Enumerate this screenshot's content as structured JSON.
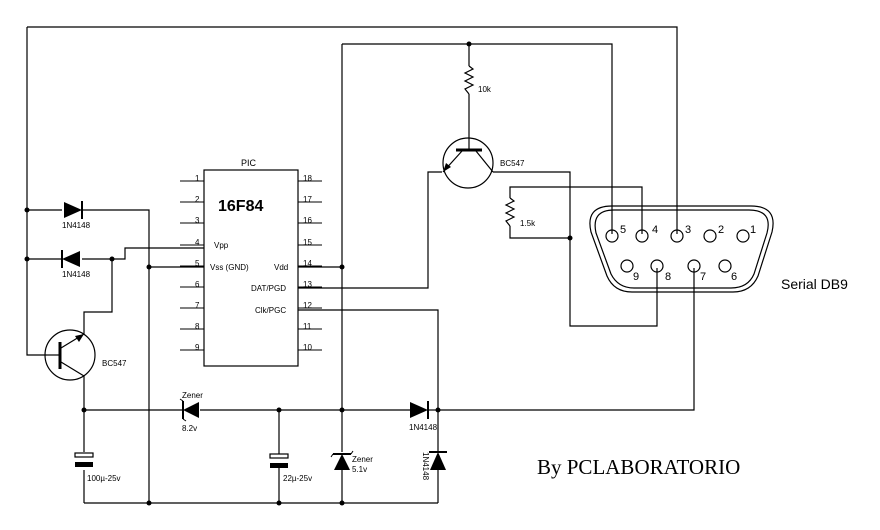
{
  "chip": {
    "top_label": "PIC",
    "name": "16F84",
    "pin_numbers": [
      "1",
      "2",
      "3",
      "4",
      "5",
      "6",
      "7",
      "8",
      "9",
      "10",
      "11",
      "12",
      "13",
      "14",
      "15",
      "16",
      "17",
      "18"
    ],
    "pin_labels": {
      "vpp": "Vpp",
      "vss": "Vss (GND)",
      "vdd": "Vdd",
      "dat": "DAT/PGD",
      "clk": "Clk/PGC"
    }
  },
  "components": {
    "r10k": "10k",
    "r15k": "1.5k",
    "q_top": "BC547",
    "q_left": "BC547",
    "d1": "1N4148",
    "d2": "1N4148",
    "d3": "1N4148",
    "d4": "1N4148",
    "zener82_name": "Zener",
    "zener82_value": "8.2v",
    "zener51_name": "Zener",
    "zener51_value": "5.1v",
    "c1": "100µ-25v",
    "c2": "22µ-25v"
  },
  "connector": {
    "title": "Serial DB9",
    "pins": [
      "1",
      "2",
      "3",
      "4",
      "5",
      "6",
      "7",
      "8",
      "9"
    ]
  },
  "credit": "By PCLABORATORIO"
}
